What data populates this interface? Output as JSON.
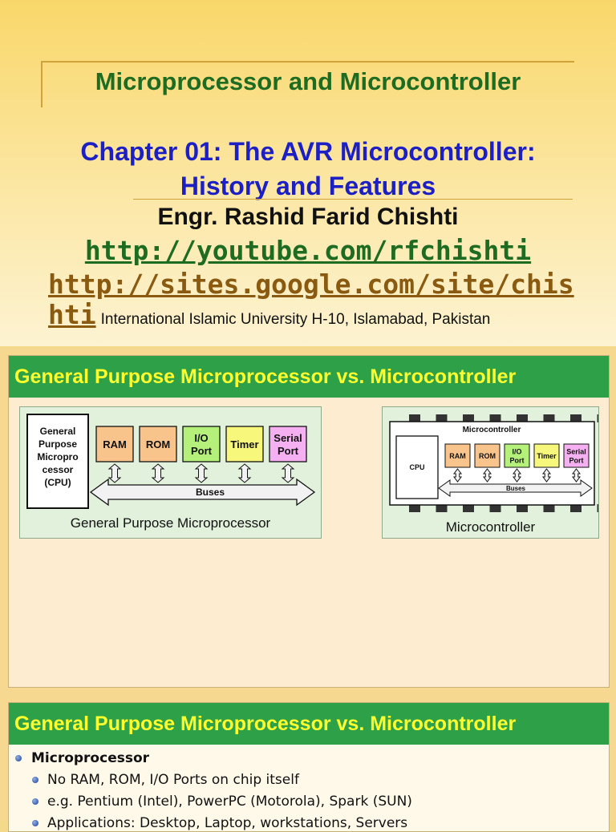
{
  "slide1": {
    "course_title": "Microprocessor and Microcontroller",
    "chapter_line1": "Chapter 01: The AVR Microcontroller:",
    "chapter_line2": "History and Features",
    "author": "Engr. Rashid Farid Chishti",
    "link_youtube": "http://youtube.com/rfchishti",
    "link_google_part1": "http://sites.google.com/site/chis",
    "link_google_part2": "hti",
    "university": "International Islamic University H-10, Islamabad, Pakistan"
  },
  "slide2": {
    "heading": "General Purpose Microprocessor vs. Microcontroller",
    "left_diagram": {
      "cpu_lines": [
        "General",
        "Purpose",
        "Micropro",
        "cessor",
        "(CPU)"
      ],
      "blocks": [
        {
          "lines": [
            "RAM"
          ],
          "color": "#f9c48c"
        },
        {
          "lines": [
            "ROM"
          ],
          "color": "#f9c48c"
        },
        {
          "lines": [
            "I/O",
            "Port"
          ],
          "color": "#b4f07a"
        },
        {
          "lines": [
            "Timer"
          ],
          "color": "#f7f77c"
        },
        {
          "lines": [
            "Serial",
            "Port"
          ],
          "color": "#f4b0f0"
        }
      ],
      "bus_label": "Buses",
      "caption": "General Purpose Microprocessor"
    },
    "right_diagram": {
      "chip_title": "Microcontroller",
      "cpu_label": "CPU",
      "blocks": [
        {
          "lines": [
            "RAM"
          ],
          "color": "#f9c48c"
        },
        {
          "lines": [
            "ROM"
          ],
          "color": "#f9c48c"
        },
        {
          "lines": [
            "I/O",
            "Port"
          ],
          "color": "#b4f07a"
        },
        {
          "lines": [
            "Timer"
          ],
          "color": "#f7f77c"
        },
        {
          "lines": [
            "Serial",
            "Port"
          ],
          "color": "#f4b0f0"
        }
      ],
      "bus_label": "Buses",
      "caption": "Microcontroller"
    }
  },
  "slide3": {
    "heading": "General Purpose Microprocessor vs. Microcontroller",
    "bullets": [
      {
        "level": 1,
        "text": "Microprocessor"
      },
      {
        "level": 2,
        "text": "No RAM, ROM, I/O Ports on chip itself"
      },
      {
        "level": 2,
        "text": "e.g. Pentium (Intel), PowerPC (Motorola), Spark (SUN)"
      },
      {
        "level": 2,
        "text": "Applications: Desktop, Laptop, workstations, Servers"
      }
    ]
  },
  "colors": {
    "heading_bg": "#2ea148",
    "heading_text": "#ffff2e",
    "course_title": "#1e6b22",
    "chapter_title": "#1b1fc4",
    "link_google": "#8a5a10"
  }
}
